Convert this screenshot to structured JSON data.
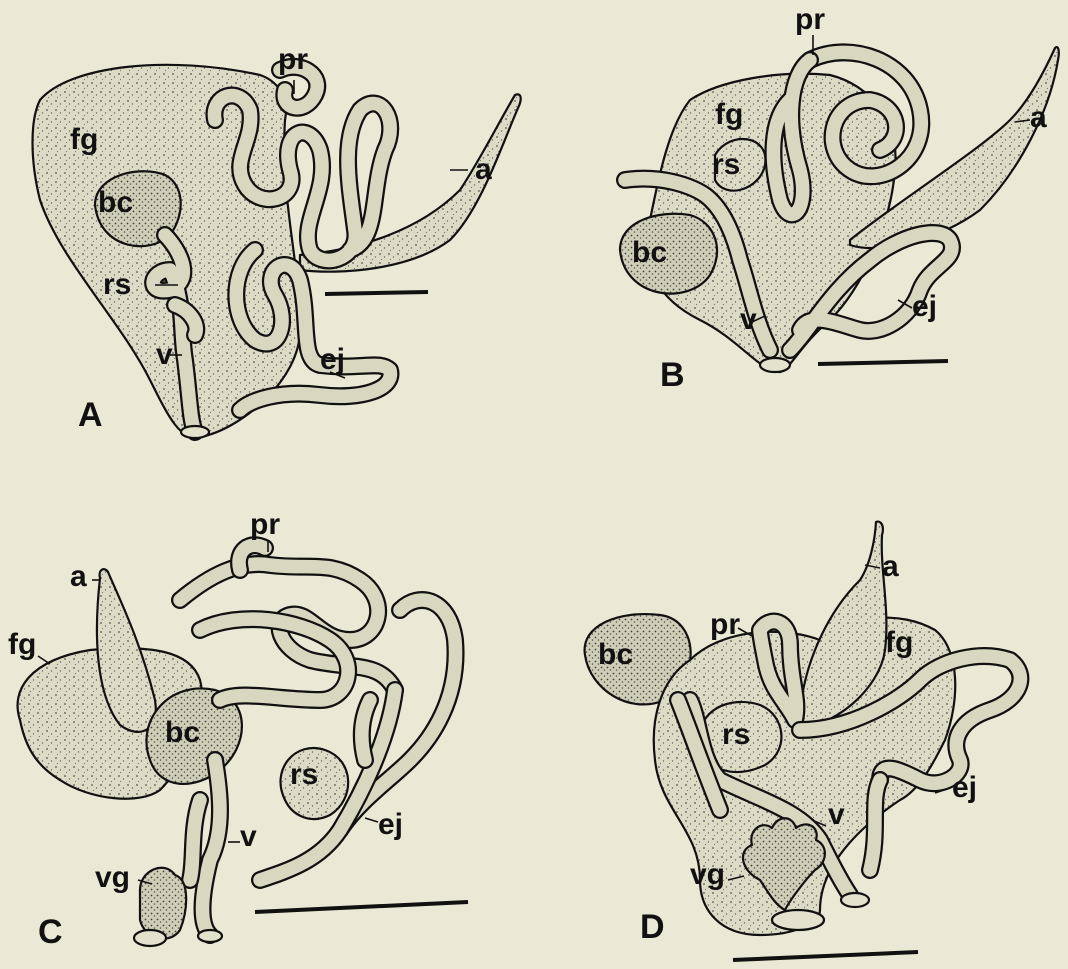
{
  "panels": [
    {
      "id": "A",
      "panel_label": "A",
      "labels": {
        "fg": "fg",
        "pr": "pr",
        "a": "a",
        "bc": "bc",
        "rs": "rs",
        "v": "v",
        "ej": "ej"
      }
    },
    {
      "id": "B",
      "panel_label": "B",
      "labels": {
        "fg": "fg",
        "pr": "pr",
        "a": "a",
        "rs": "rs",
        "bc": "bc",
        "v": "v",
        "ej": "ej"
      }
    },
    {
      "id": "C",
      "panel_label": "C",
      "labels": {
        "pr": "pr",
        "a": "a",
        "fg": "fg",
        "bc": "bc",
        "rs": "rs",
        "v": "v",
        "ej": "ej",
        "vg": "vg"
      }
    },
    {
      "id": "D",
      "panel_label": "D",
      "labels": {
        "a": "a",
        "pr": "pr",
        "fg": "fg",
        "bc": "bc",
        "rs": "rs",
        "ej": "ej",
        "v": "v",
        "vg": "vg"
      }
    }
  ],
  "colors": {
    "background": "#e9e9d5",
    "ink": "#111111",
    "stipple_fill": "#dcdcc6"
  }
}
